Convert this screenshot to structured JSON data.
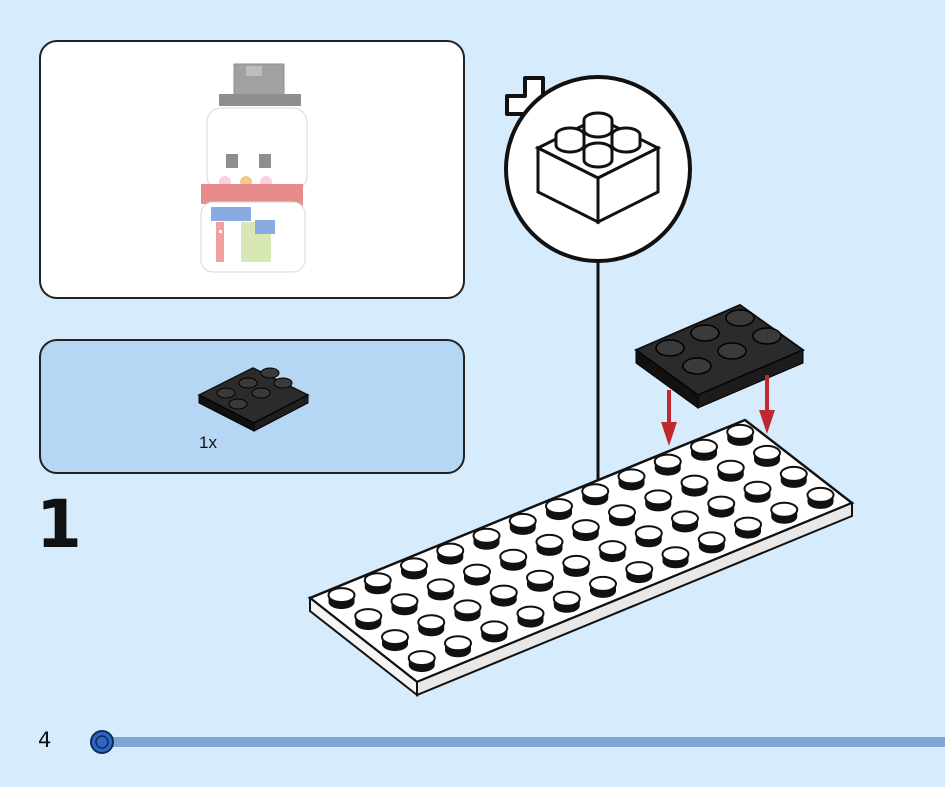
{
  "parts_list": {
    "items": [
      {
        "quantity": "1x",
        "color": "#1d1d1d",
        "name": "plate-2x3-black"
      }
    ]
  },
  "step": {
    "number": "1"
  },
  "page": {
    "number": "4"
  },
  "colors": {
    "background": "#d6ebfb",
    "parts_panel": "#b5d7f4",
    "progress_bar": "#7fa6d8",
    "progress_dot": "#2f66c4",
    "arrow": "#c0282d"
  }
}
